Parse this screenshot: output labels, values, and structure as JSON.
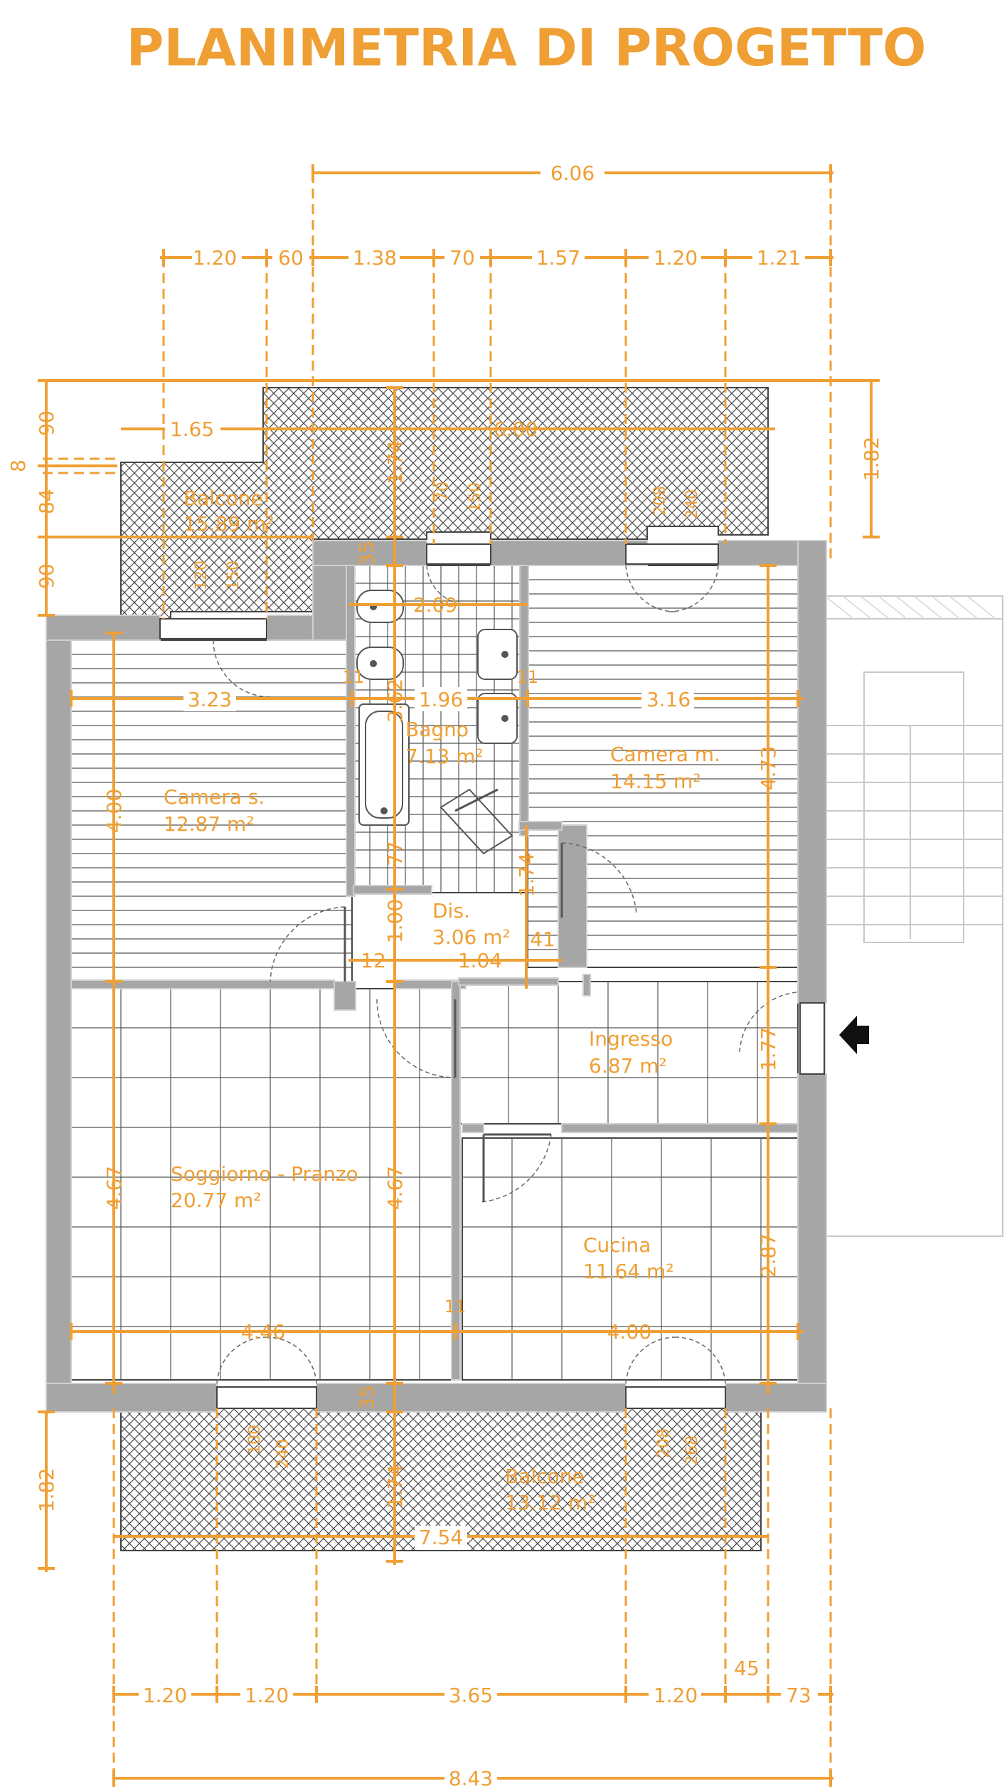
{
  "title": "PLANIMETRIA DI PROGETTO",
  "colors": {
    "accent": "#ef9f34",
    "wall": "#a6a6a6",
    "wall_edge": "#c9c9c9",
    "line": "#444444",
    "hatch": "#4a4a4a",
    "faint": "#c8c8c8",
    "arrow": "#111111"
  },
  "icons": [
    "entrance-arrow-icon",
    "washbasin-icon",
    "bidet-icon",
    "toilet-icon",
    "bathtub-icon"
  ],
  "rooms": {
    "camera_s": {
      "name": "Camera s.",
      "area": "12.87 m²"
    },
    "camera_m": {
      "name": "Camera m.",
      "area": "14.15 m²"
    },
    "bagno": {
      "name": "Bagno",
      "area": "7.13 m²"
    },
    "dis": {
      "name": "Dis.",
      "area": "3.06 m²"
    },
    "ingresso": {
      "name": "Ingresso",
      "area": "6.87 m²"
    },
    "soggiorno": {
      "name": "Soggiorno - Pranzo",
      "area": "20.77 m²"
    },
    "cucina": {
      "name": "Cucina",
      "area": "11.64 m²"
    },
    "balcone_top": {
      "name": "Balcone",
      "area": "15.89 m²"
    },
    "balcone_bottom": {
      "name": "Balcone",
      "area": "13.12 m²"
    }
  },
  "dims": {
    "top_total": "6.06",
    "top_row": [
      "1.20",
      "60",
      "1.38",
      "70",
      "1.57",
      "1.20",
      "1.21"
    ],
    "balcony_w1": "1.65",
    "balcony_w2": "6.00",
    "balcony_depth": "1.82",
    "left_stack": [
      "90",
      "8",
      "84",
      "90"
    ],
    "win_top_a": [
      "70",
      "150"
    ],
    "win_top_b": [
      "208",
      "240"
    ],
    "win_left_a": [
      "120",
      "150"
    ],
    "v_174": "1.74",
    "v_35": "35",
    "h_209": "2.09",
    "row_mid": [
      "3.23",
      "1.96",
      "3.16"
    ],
    "v_362": "3.62",
    "v_400": "4.00",
    "v_473": "4.73",
    "v_77": "77",
    "v_100": "1.00",
    "v_174b": "1.74",
    "h_12": "12",
    "h_104": "1.04",
    "h_41": "41",
    "v_177": "1.77",
    "v_467a": "4.67",
    "v_467b": "4.67",
    "v_287": "2.87",
    "row_low": [
      "4.46",
      "4.00"
    ],
    "v_35b": "35",
    "v_174c": "1.74",
    "win_bot_a": [
      "100",
      "240"
    ],
    "win_bot_b": [
      "208",
      "268"
    ],
    "balcony_bottom_depth": "1.82",
    "balcony_bottom_w": "7.54",
    "bot_row": [
      "1.20",
      "1.20",
      "3.65",
      "1.20",
      "73"
    ],
    "bot_45": "45",
    "bot_total": "8.43",
    "wall_11": "11"
  }
}
